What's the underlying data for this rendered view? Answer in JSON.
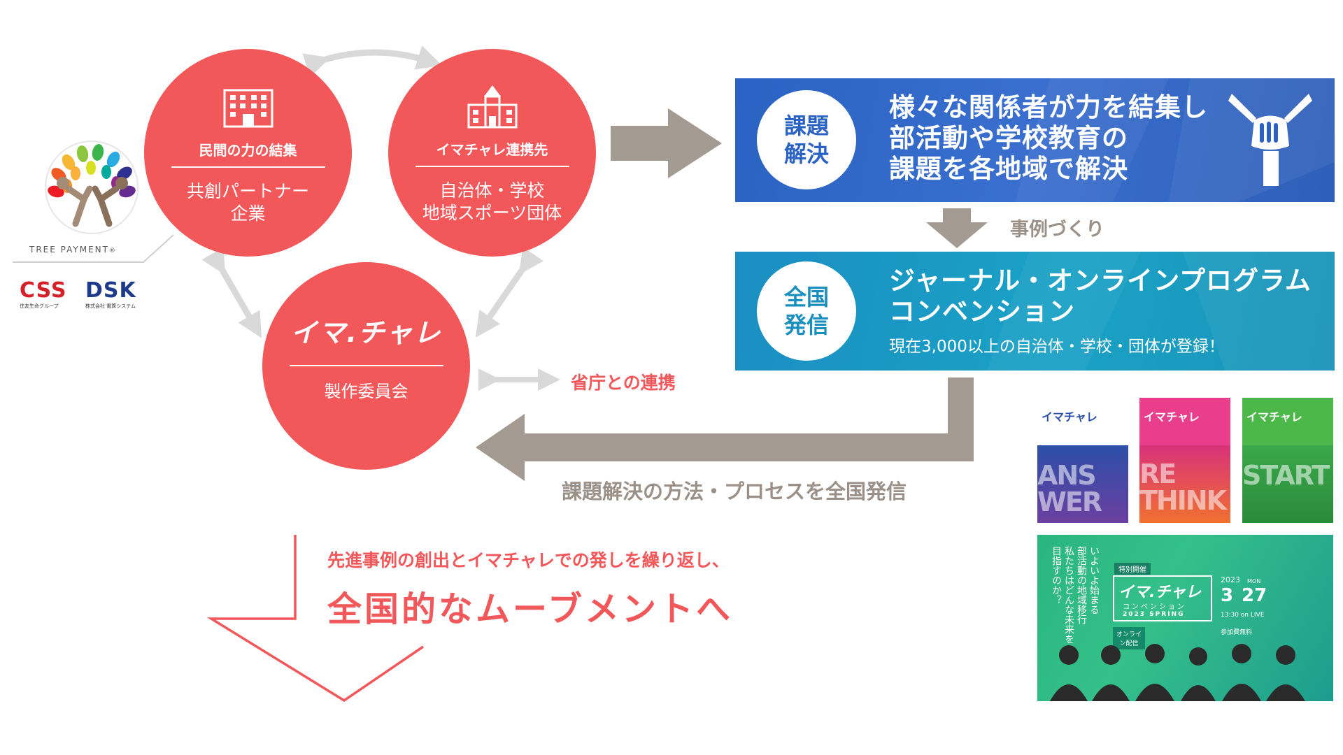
{
  "tree_logo": {
    "caption": "TREE PAYMENT",
    "registered": "®"
  },
  "partner_logos": [
    {
      "name": "CSS",
      "sub": "住友生命グループ",
      "color": "#d42128"
    },
    {
      "name": "DSK",
      "sub": "株式会社 電算システム",
      "color": "#1d3b8a"
    }
  ],
  "circles": {
    "private": {
      "title": "民間の力の結集",
      "line1": "共創パートナー",
      "line2": "企業",
      "icon": "office-building-icon"
    },
    "partners": {
      "title": "イマチャレ連携先",
      "line1": "自治体・学校",
      "line2": "地域スポーツ団体",
      "icon": "school-building-icon"
    },
    "committee": {
      "logo": "イマ.チャレ",
      "body": "製作委員会"
    }
  },
  "ministry_link": "省庁との連携",
  "problem_solving": {
    "badge_line1": "課題",
    "badge_line2": "解決",
    "lines": [
      "様々な関係者が力を結集し",
      "部活動や学校教育の",
      "課題を各地域で解決"
    ],
    "icon": "joined-hands-icon"
  },
  "case_label": "事例づくり",
  "national": {
    "badge_line1": "全国",
    "badge_line2": "発信",
    "lines": [
      "ジャーナル・オンラインプログラム",
      "コンベンション"
    ],
    "sub": "現在3,000以上の自治体・学校・団体が登録！"
  },
  "return_label": "課題解決の方法・プロセスを全国発信",
  "movement": {
    "line1": "先進事例の創出とイマチャレでの発しを繰り返し、",
    "line2": "全国的なムーブメントへ"
  },
  "journals": [
    {
      "logo": "イマチャレ",
      "big": "ANS WER",
      "color": "#2b4fa8",
      "accent": "#6b3fa0"
    },
    {
      "logo": "イマチャレ",
      "big": "RE THINK",
      "color": "#d8327a",
      "accent": "#f07030"
    },
    {
      "logo": "イマチャレ",
      "big": "START",
      "color": "#3aa84a",
      "accent": "#2a8a3a"
    }
  ],
  "convention": {
    "tag": "特別開催",
    "logo": "イマ.チャレ",
    "kana": "コンベンション",
    "season": "2023 SPRING",
    "year": "2023",
    "month": "3",
    "day": "27",
    "dow": "MON",
    "time": "13:30 on LIVE",
    "online": "オンライン配信",
    "fee": "参加費無料",
    "vertical": [
      "いよいよ始まる",
      "部活動の地域移行",
      "私たちはどんな未来を",
      "目指すのか？"
    ]
  },
  "colors": {
    "coral": "#f2575a",
    "blue_banner": "#2a63c3",
    "teal_banner": "#1a9fc0",
    "gray_arrow": "#a39a92",
    "light_arrow": "#d9d9d9"
  }
}
